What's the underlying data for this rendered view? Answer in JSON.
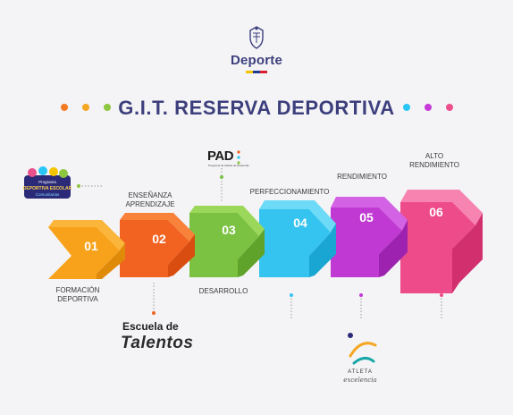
{
  "header": {
    "org_name": "Deporte",
    "title": "G.I.T. RESERVA DEPORTIVA",
    "flag_colors": [
      "#f5c400",
      "#1f3a93",
      "#d81e2c"
    ]
  },
  "title_dots": {
    "left": [
      "#f47b20",
      "#f5a623",
      "#8dc63f"
    ],
    "right": [
      "#29c5f6",
      "#c63ad8",
      "#ee4f8e"
    ]
  },
  "stages": [
    {
      "number": "01",
      "label": "FORMACIÓN\nDEPORTIVA",
      "top_color": "#fbb53a",
      "front_color": "#f7a21a",
      "side_color": "#e08a0a"
    },
    {
      "number": "02",
      "label": "ENSEÑANZA\nAPRENDIZAJE",
      "top_color": "#f8823a",
      "front_color": "#f26322",
      "side_color": "#d94d10"
    },
    {
      "number": "03",
      "label": "DESARROLLO",
      "top_color": "#9bd85a",
      "front_color": "#7cc242",
      "side_color": "#5fa32b"
    },
    {
      "number": "04",
      "label": "PERFECCIONAMIENTO",
      "top_color": "#6ddaf7",
      "front_color": "#35c4ef",
      "side_color": "#1aa6d3"
    },
    {
      "number": "05",
      "label": "RENDIMIENTO",
      "top_color": "#d362e4",
      "front_color": "#bf39d2",
      "side_color": "#9d22b0"
    },
    {
      "number": "06",
      "label": "ALTO\nRENDIMIENTO",
      "top_color": "#f783b1",
      "front_color": "#ee4b8a",
      "side_color": "#d12f6d"
    }
  ],
  "logos": {
    "pad": "PAD",
    "pad_subtitle": "Programa de Atletas de Desarrollo",
    "talentos_line1": "Escuela de",
    "talentos_line2": "Talentos",
    "atleta_line1": "ATLETA",
    "atleta_line2": "excelencia",
    "escolar_line1": "Programa",
    "escolar_line2": "DEPORTIVA ESCOLAR",
    "escolar_line3": "Comunitarias"
  }
}
